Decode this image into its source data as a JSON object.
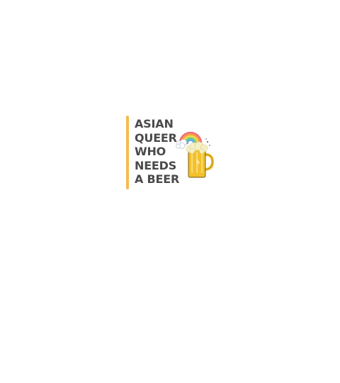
{
  "design": {
    "slogan_lines": [
      "ASIAN",
      "QUEER",
      "WHO",
      "NEEDS",
      "A BEER"
    ],
    "text_color": "#4a4a4a",
    "accent_color": "#f7b955",
    "icons": [
      "rainbow-icon",
      "cloud-icon",
      "beer-mug-icon"
    ],
    "mug_color": "#f2c02b",
    "foam_color": "#f5efc4",
    "rainbow_colors": [
      "#f06a7a",
      "#f5a040",
      "#f2d84a",
      "#6fcf7a",
      "#5aa6e8",
      "#9a78d8"
    ]
  }
}
